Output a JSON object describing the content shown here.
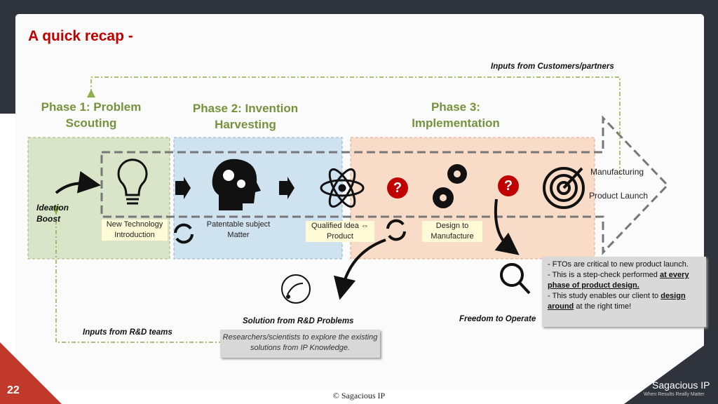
{
  "slide": {
    "title": "A quick recap -",
    "page_number": "22",
    "copyright": "© Sagacious IP",
    "brand": "Sagacious IP",
    "tagline": "When Results Really Matter"
  },
  "phases": [
    {
      "label": "Phase 1: Problem Scouting"
    },
    {
      "label": "Phase 2: Invention Harvesting"
    },
    {
      "label": "Phase 3: Implementation"
    }
  ],
  "inputs": {
    "top": "Inputs from Customers/partners",
    "bottom": "Inputs from R&D teams"
  },
  "steps": {
    "ideation": "Ideation Boost",
    "new_tech": "New Technology Introduction",
    "patentable": "Patentable subject Matter",
    "qualified": "Qualified Idea ⇔ Product",
    "design": "Design to Manufacture",
    "manufacturing": "Manufacturing",
    "launch": "Product Launch"
  },
  "solution": {
    "title": "Solution from R&D Problems",
    "text": "Researchers/scientists  to explore the existing solutions from IP Knowledge."
  },
  "fto": {
    "title": "Freedom to Operate",
    "line1": "- FTOs are critical to new product launch.",
    "line2_pre": "- This is a step-check performed ",
    "line2_bold": "at every phase of product design.",
    "line3_pre": "- This study enables our client to ",
    "line3_bold": "design around",
    "line3_post": " at the right time!"
  },
  "icons": [
    "arrow-icon",
    "bulb-icon",
    "brain-gears-icon",
    "atom-icon",
    "question-icon",
    "gears-icon",
    "target-icon",
    "cycle-icon",
    "magnifier-icon",
    "strategy-icon"
  ],
  "colors": {
    "title": "#c00000",
    "phase": "#76923c",
    "phase1_bg": "#d9e4c8",
    "phase2_bg": "#cfe2f0",
    "phase3_bg": "#f9dcc8",
    "band": "#2f333b"
  }
}
